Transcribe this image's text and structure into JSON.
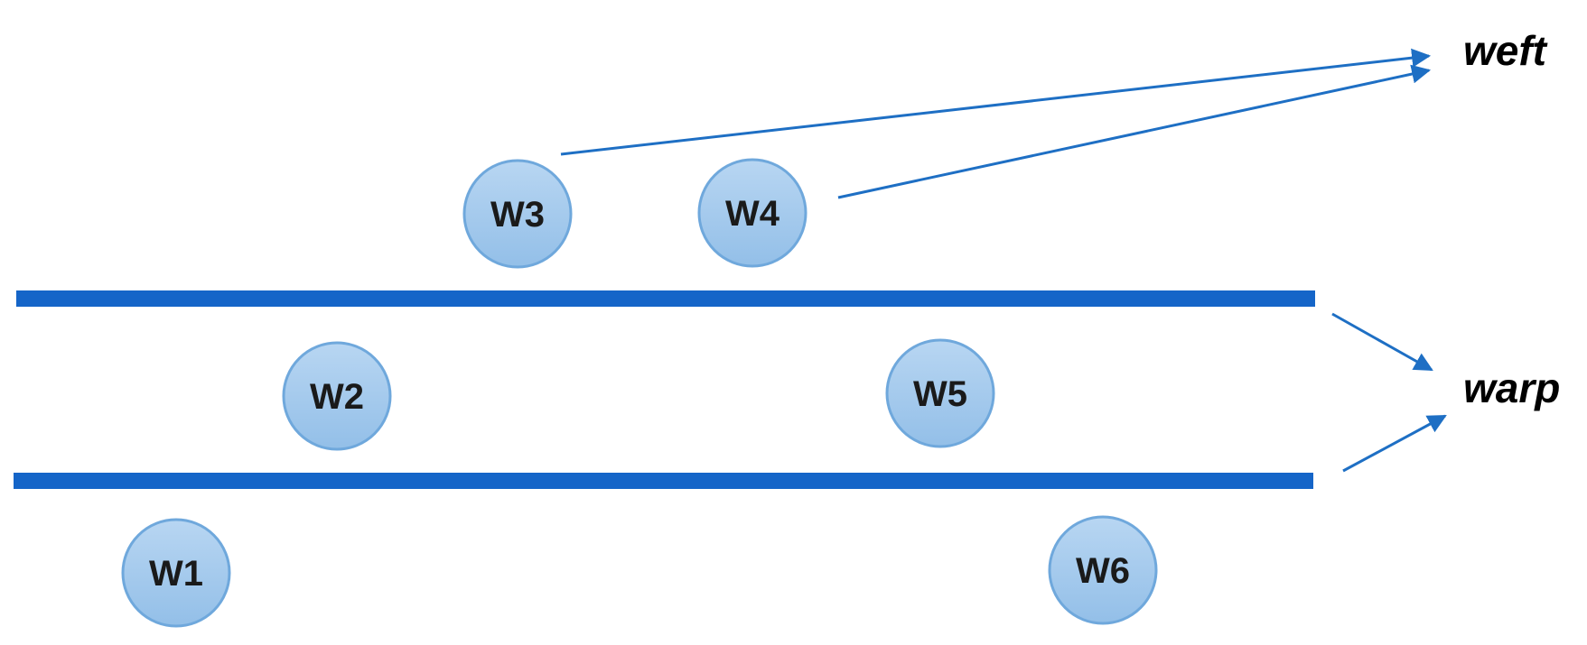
{
  "colors": {
    "thread": "#1565c8",
    "node_fill": "#a9cdee",
    "node_stroke": "#6fa8dc",
    "arrow": "#1e6fc4",
    "label": "#000000"
  },
  "nodes": [
    {
      "id": "w1",
      "label": "W1"
    },
    {
      "id": "w2",
      "label": "W2"
    },
    {
      "id": "w3",
      "label": "W3"
    },
    {
      "id": "w4",
      "label": "W4"
    },
    {
      "id": "w5",
      "label": "W5"
    },
    {
      "id": "w6",
      "label": "W6"
    }
  ],
  "labels": {
    "weft": "weft",
    "warp": "warp"
  }
}
